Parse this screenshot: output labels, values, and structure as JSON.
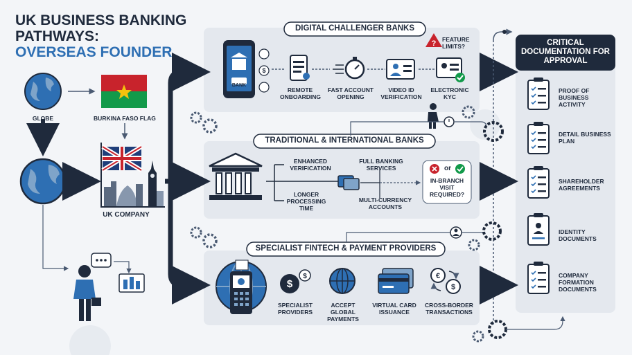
{
  "title": {
    "line1": "UK BUSINESS BANKING",
    "line2": "PATHWAYS:",
    "line3": "OVERSEAS FOUNDER"
  },
  "left": {
    "globe_label": "GLOBE",
    "flag_label": "BURKINA FASO FLAG",
    "company_label": "UK COMPANY"
  },
  "digital": {
    "title": "DIGITAL CHALLENGER BANKS",
    "phone_text": "BANK",
    "feature_limits": "FEATURE LIMITS?",
    "steps": [
      {
        "label": "REMOTE ONBOARDING"
      },
      {
        "label": "FAST ACCOUNT OPENING"
      },
      {
        "label": "VIDEO ID VERIFICATION"
      },
      {
        "label": "ELECTRONIC KYC"
      }
    ]
  },
  "traditional": {
    "title": "TRADITIONAL & INTERNATIONAL BANKS",
    "enhanced": "ENHANCED VERIFICATION",
    "longer": "LONGER PROCESSING TIME",
    "full": "FULL BANKING SERVICES",
    "multi": "MULTI-CURRENCY ACCOUNTS",
    "or": "or",
    "visit": "IN-BRANCH VISIT REQUIRED?"
  },
  "fintech": {
    "title": "SPECIALIST FINTECH & PAYMENT PROVIDERS",
    "items": [
      {
        "label": "SPECIALIST PROVIDERS"
      },
      {
        "label": "ACCEPT GLOBAL PAYMENTS"
      },
      {
        "label": "VIRTUAL CARD ISSUANCE"
      },
      {
        "label": "CROSS-BORDER TRANSACTIONS"
      }
    ]
  },
  "docs": {
    "title": "CRITICAL DOCUMENTATION FOR APPROVAL",
    "items": [
      {
        "label": "PROOF OF BUSINESS ACTIVITY"
      },
      {
        "label": "DETAIL BUSINESS PLAN"
      },
      {
        "label": "SHAREHOLDER AGREEMENTS"
      },
      {
        "label": "IDENTITY DOCUMENTS"
      },
      {
        "label": "COMPANY FORMATION DOCUMENTS"
      }
    ]
  },
  "colors": {
    "navy": "#1f2a3c",
    "blue": "#2e6fb3",
    "panel": "#e4e8ee",
    "flag_red": "#c8232c",
    "flag_green": "#129a4a",
    "flag_star": "#f4c20d"
  }
}
